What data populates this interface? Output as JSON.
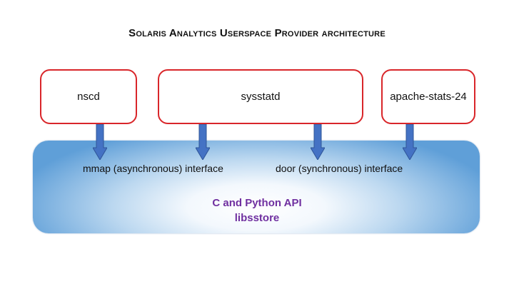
{
  "diagram": {
    "title": "Solaris Analytics Userspace Provider architecture",
    "processes": [
      {
        "label": "nscd"
      },
      {
        "label": "sysstatd"
      },
      {
        "label": "apache-stats-24"
      }
    ],
    "interfaces": {
      "mmap": "mmap (asynchronous) interface",
      "door": "door (synchronous) interface"
    },
    "api": {
      "line1": "C and Python API",
      "line2": "libsstore"
    },
    "colors": {
      "box_border": "#d9262a",
      "arrow_fill": "#4472c4",
      "api_text": "#7030a0",
      "band_edge": "#5f9fd8"
    }
  }
}
